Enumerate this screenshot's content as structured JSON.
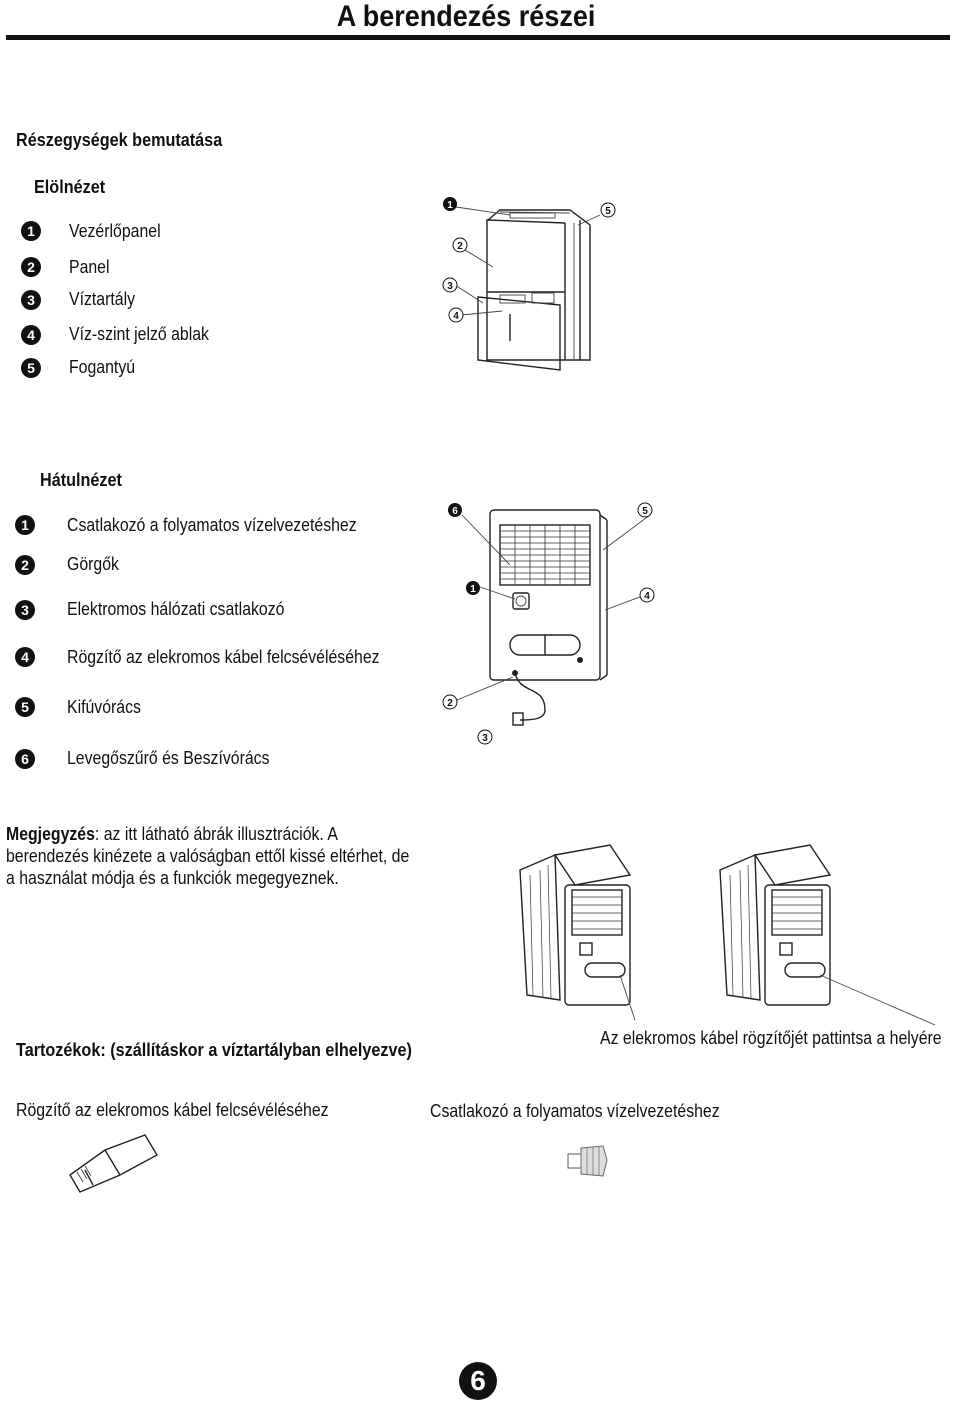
{
  "page": {
    "title": "A berendezés részei",
    "page_number": "6"
  },
  "parts": {
    "heading": "Részegységek bemutatása",
    "front": {
      "heading": "Elölnézet",
      "items": [
        {
          "num": "1",
          "label": "Vezérlőpanel"
        },
        {
          "num": "2",
          "label": "Panel"
        },
        {
          "num": "3",
          "label": "Víztartály"
        },
        {
          "num": "4",
          "label": "Víz-szint jelző ablak"
        },
        {
          "num": "5",
          "label": "Fogantyú"
        }
      ],
      "callouts": [
        "1",
        "2",
        "3",
        "4",
        "5"
      ]
    },
    "back": {
      "heading": "Hátulnézet",
      "items": [
        {
          "num": "1",
          "label": "Csatlakozó a folyamatos vízelvezetéshez"
        },
        {
          "num": "2",
          "label": "Görgők"
        },
        {
          "num": "3",
          "label": "Elektromos hálózati csatlakozó"
        },
        {
          "num": "4",
          "label": "Rögzítő az elekromos kábel felcsévéléséhez"
        },
        {
          "num": "5",
          "label": "Kifúvórács"
        },
        {
          "num": "6",
          "label": "Levegőszűrő és Beszívórács"
        }
      ],
      "callouts": [
        "6",
        "5",
        "1",
        "4",
        "2",
        "3"
      ]
    }
  },
  "note": {
    "label": "Megjegyzés",
    "text": ": az itt látható ábrák illusztrációk. A berendezés kinézete a valóságban ettől kissé eltérhet, de a használat módja és a funkciók megegyeznek."
  },
  "accessories": {
    "heading": "Tartozékok:  (szállításkor a  víztartályban elhelyezve)",
    "clip_caption": "Az elekromos kábel rögzítőjét pattintsa a helyére",
    "items": [
      {
        "label": "Rögzítő az elekromos kábel felcsévéléséhez"
      },
      {
        "label": "Csatlakozó a folyamatos vízelvezetéshez"
      }
    ]
  }
}
